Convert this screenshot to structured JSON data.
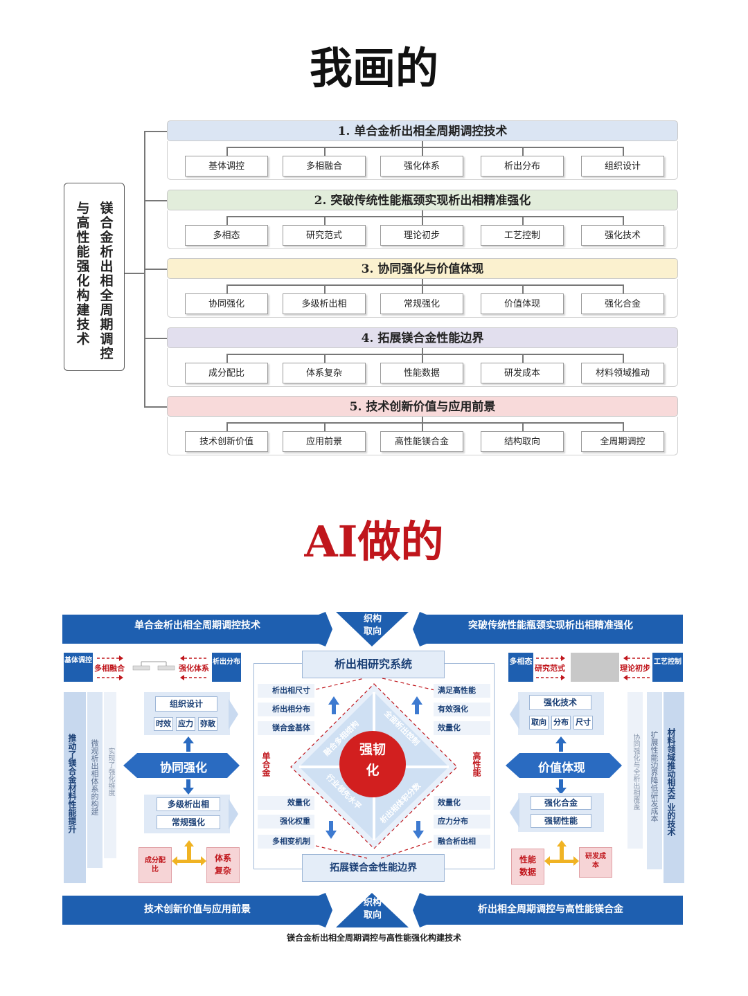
{
  "titles": {
    "mine": "我画的",
    "ai": "AI做的"
  },
  "top": {
    "root_lines": [
      "镁合金析出相全周期调控",
      "与高性能强化构建技术"
    ],
    "bands": [
      {
        "title": "1. 单合金析出相全周期调控技术",
        "color": "#dbe5f3",
        "items": [
          "基体调控",
          "多相融合",
          "强化体系",
          "析出分布",
          "组织设计"
        ]
      },
      {
        "title": "2. 突破传统性能瓶颈实现析出相精准强化",
        "color": "#e2eddb",
        "items": [
          "多相态",
          "研究范式",
          "理论初步",
          "工艺控制",
          "强化技术"
        ]
      },
      {
        "title": "3. 协同强化与价值体现",
        "color": "#fbf1cf",
        "items": [
          "协同强化",
          "多级析出相",
          "常规强化",
          "价值体现",
          "强化合金"
        ]
      },
      {
        "title": "4. 拓展镁合金性能边界",
        "color": "#e2dfee",
        "items": [
          "成分配比",
          "体系复杂",
          "性能数据",
          "研发成本",
          "材料领域推动"
        ]
      },
      {
        "title": "5. 技术创新价值与应用前景",
        "color": "#f8dada",
        "items": [
          "技术创新价值",
          "应用前景",
          "高性能镁合金",
          "结构取向",
          "全周期调控"
        ]
      }
    ]
  },
  "ai": {
    "top_left_banner": "单合金析出相全周期调控技术",
    "top_right_banner": "突破传统性能瓶颈实现析出相精准强化",
    "top_center": "织构\n取向",
    "bottom_left_banner": "技术创新价值与应用前景",
    "bottom_right_banner": "析出相全周期调控与高性能镁合金",
    "bottom_center": "织构\n取向",
    "caption": "镁合金析出相全周期调控与高性能强化构建技术",
    "left_row": {
      "a": "基体调控",
      "b": "多相融合",
      "c": "强化体系",
      "d": "析出分布"
    },
    "right_row": {
      "a": "多相态",
      "b": "研究范式",
      "c": "理论初步",
      "d": "工艺控制"
    },
    "left_outer_vertical": "推动了镁合金材料性能提升",
    "left_mid_vertical": "微观析出相体系的构建",
    "left_inner_vertical": "实现了强化维度",
    "right_outer_vertical": "材料领域推动相关产业的技术",
    "right_mid_vertical": "扩展性能边界降低研发成本",
    "right_inner_vertical": "协同强化与全析出相覆盖",
    "left_panel": {
      "box": "组织设计",
      "chips": [
        "时效",
        "应力",
        "弥散"
      ],
      "main": "协同强化",
      "lower": [
        "多级析出相",
        "常规强化"
      ],
      "pink1": "成分配\n比",
      "pink2": "体系\n复杂"
    },
    "right_panel": {
      "box": "强化技术",
      "chips": [
        "取向",
        "分布",
        "尺寸"
      ],
      "main": "价值体现",
      "lower": [
        "强化合金",
        "强韧性能"
      ],
      "pink1": "性能\n数据",
      "pink2": "研发成\n本"
    },
    "center": {
      "top": "析出相研究系统",
      "bottom": "拓展镁合金性能边界",
      "circle": "强韧\n化",
      "left_label": "单合金",
      "right_label": "高性能",
      "q1": "融合多相结构",
      "q2": "全面析出控制",
      "q3": "行业领先水平",
      "q4": "析出相体积分数",
      "left_tabs_top": [
        "析出相尺寸",
        "析出相分布",
        "镁合金基体"
      ],
      "right_tabs_top": [
        "满足高性能",
        "有效强化",
        "效量化"
      ],
      "left_tabs_bottom": [
        "效量化",
        "强化权重",
        "多相变机制"
      ],
      "right_tabs_bottom": [
        "效量化",
        "应力分布",
        "融合析出相"
      ]
    }
  }
}
